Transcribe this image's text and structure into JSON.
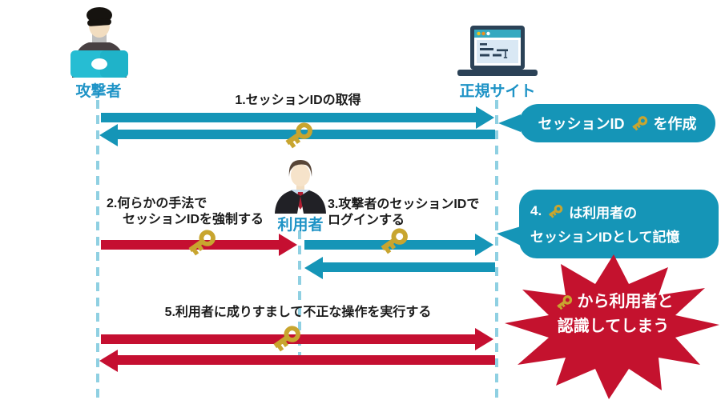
{
  "actors": {
    "attacker": {
      "label": "攻撃者"
    },
    "site": {
      "label": "正規サイト"
    },
    "user": {
      "label": "利用者"
    }
  },
  "steps": {
    "step1": {
      "label": "1.セッションIDの取得"
    },
    "step2": {
      "line1": "2.何らかの手法で",
      "line2": "セッションIDを強制する"
    },
    "step3": {
      "line1": "3.攻撃者のセッションIDで",
      "line2": "ログインする"
    },
    "step5": {
      "label": "5.利用者に成りすまして不正な操作を実行する"
    }
  },
  "callouts": {
    "create": {
      "before": "セッションID",
      "after": "を作成"
    },
    "remember": {
      "line1_before": "4.",
      "line1_after": "は利用者の",
      "line2": "セッションIDとして記憶"
    },
    "burst": {
      "line1_after": "から利用者と",
      "line2": "認識してしまう"
    }
  },
  "icons": {
    "key": "key-icon",
    "attacker": "masked-hacker-with-laptop-icon",
    "site": "browser-laptop-icon",
    "user": "businessman-icon"
  },
  "colors": {
    "teal": "#1595b7",
    "red": "#c50f31",
    "gold": "#c8a52f",
    "label_blue": "#1e93c6",
    "dash_blue": "#8fd0e2",
    "navy": "#2b4257",
    "text": "#1b1b1b"
  }
}
